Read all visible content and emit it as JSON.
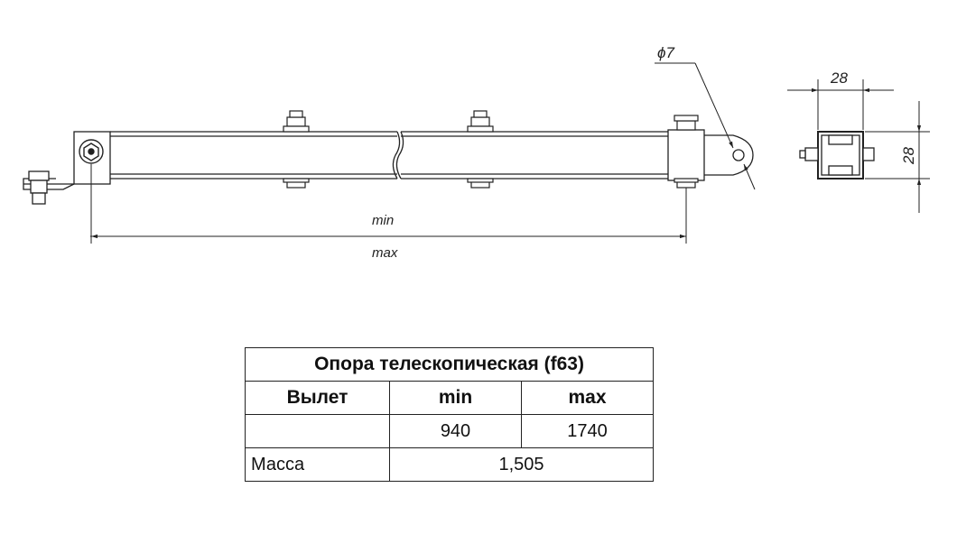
{
  "drawing": {
    "dim_min": "min",
    "dim_max": "max",
    "hole_dia": "ϕ7",
    "section_width": "28",
    "section_height": "28"
  },
  "table": {
    "title": "Опора телескопическая (f63)",
    "header_label": "Вылет",
    "col_min": "min",
    "col_max": "max",
    "value_min": "940",
    "value_max": "1740",
    "mass_label": "Масса",
    "mass_value": "1,505"
  }
}
